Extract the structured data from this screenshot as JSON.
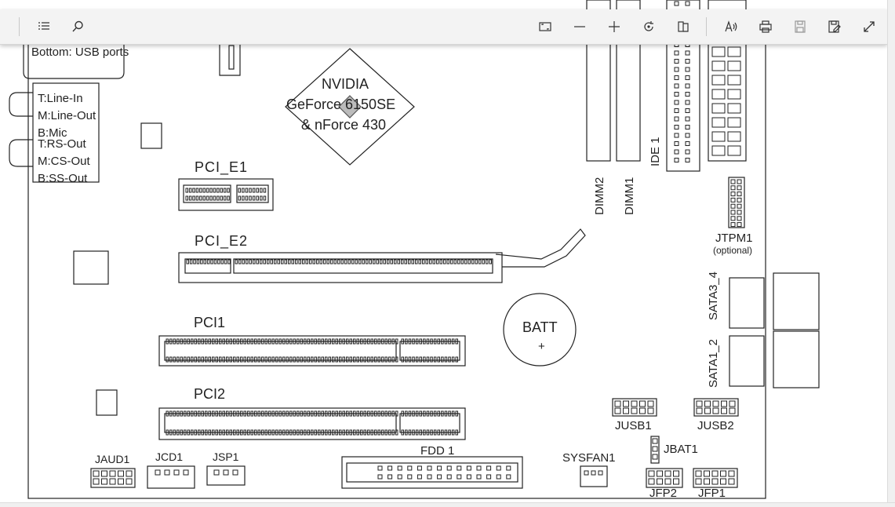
{
  "toolbar": {
    "icons": [
      "contents-list-icon",
      "search-icon",
      "fit-page-icon",
      "zoom-out-icon",
      "zoom-in-icon",
      "rotate-icon",
      "page-layout-icon",
      "read-aloud-icon",
      "print-icon",
      "save-icon",
      "save-as-icon",
      "fullscreen-icon"
    ]
  },
  "board": {
    "io_bottom_label": "Bottom: USB ports",
    "audio_lines": [
      "T:Line-In",
      "M:Line-Out",
      "B:Mic",
      "T:RS-Out",
      "M:CS-Out",
      "B:SS-Out"
    ],
    "chip_lines": [
      "NVIDIA",
      "GeForce 6150SE",
      "& nForce 430"
    ],
    "pci_e1": "PCI_E1",
    "pci_e2": "PCI_E2",
    "pci1": "PCI1",
    "pci2": "PCI2",
    "batt": "BATT",
    "batt_plus": "+",
    "dimm2": "DIMM2",
    "dimm1": "DIMM1",
    "ide1": "IDE 1",
    "jtpm1": "JTPM1",
    "jtpm1_note": "(optional)",
    "sata3_4": "SATA3_4",
    "sata1_2": "SATA1_2",
    "jusb1": "JUSB1",
    "jusb2": "JUSB2",
    "jbat1": "JBAT1",
    "sysfan1": "SYSFAN1",
    "jfp2": "JFP2",
    "jfp1": "JFP1",
    "fdd1": "FDD 1",
    "jaud1": "JAUD1",
    "jcd1": "JCD1",
    "jsp1": "JSP1"
  }
}
